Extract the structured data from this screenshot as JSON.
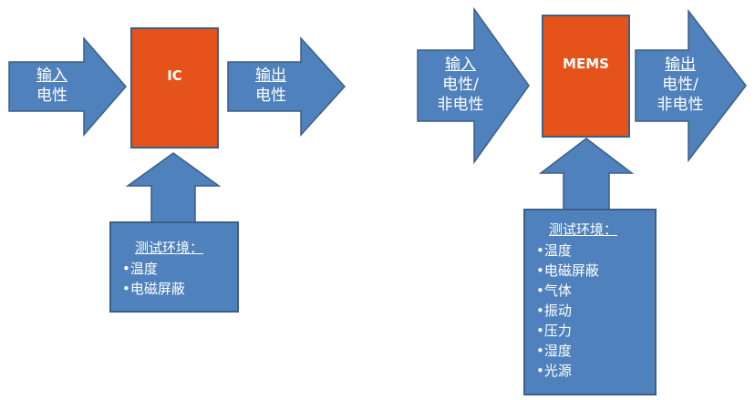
{
  "colors": {
    "arrow_fill": "#4f81bd",
    "arrow_stroke": "#3c5f86",
    "chip_fill": "#e5531a",
    "text": "#ffffff"
  },
  "ic_diagram": {
    "chip_label": "IC",
    "input_arrow": {
      "head": "输入",
      "lines": [
        "电性"
      ]
    },
    "output_arrow": {
      "head": "输出",
      "lines": [
        "电性"
      ]
    },
    "environment": {
      "title": "测试环境：",
      "items": [
        "•温度",
        "•电磁屏蔽"
      ]
    }
  },
  "mems_diagram": {
    "chip_label": "MEMS",
    "input_arrow": {
      "head": "输入",
      "lines": [
        "电性/",
        "非电性"
      ]
    },
    "output_arrow": {
      "head": "输出",
      "lines": [
        "电性/",
        "非电性"
      ]
    },
    "environment": {
      "title": "测试环境：",
      "items": [
        "•温度",
        "•电磁屏蔽",
        "•气体",
        "•振动",
        "•压力",
        "•湿度",
        "•光源"
      ]
    }
  }
}
